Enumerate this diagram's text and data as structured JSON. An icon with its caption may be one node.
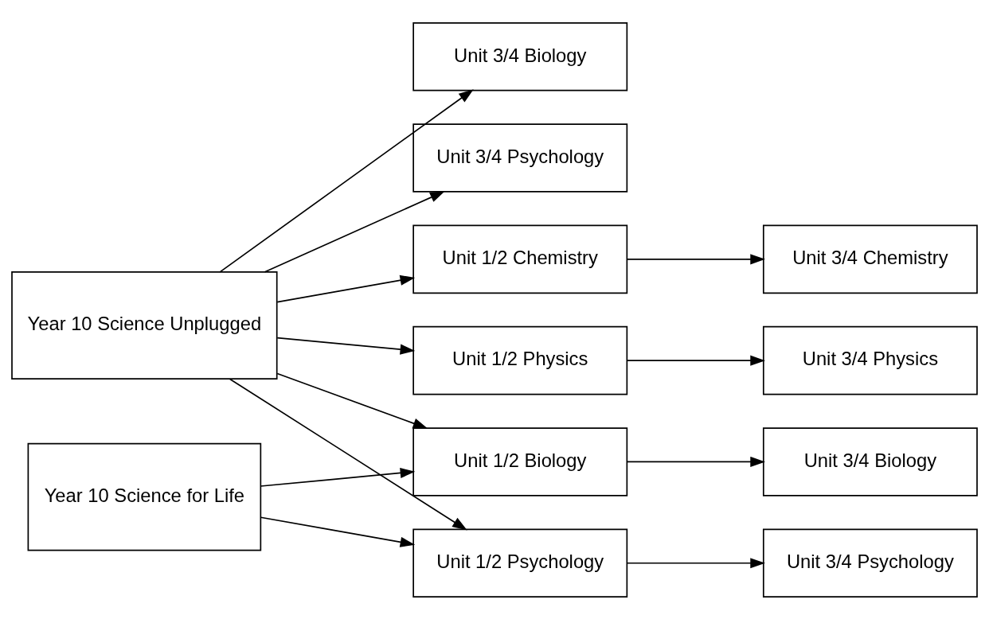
{
  "diagram": {
    "nodes": [
      {
        "text": [
          "Year 10 Science Unplugged"
        ]
      },
      {
        "text": [
          "Unit 1/2 Chemistry"
        ]
      },
      {
        "text": [
          "Unit 3/4 Chemistry"
        ]
      },
      {
        "text": [
          "Unit 1/2 Physics"
        ]
      },
      {
        "text": [
          "Unit 3/4 Physics"
        ]
      },
      {
        "text": [
          "Unit 3/4 Biology"
        ]
      },
      {
        "text": [
          "Unit 3/4 Psychology"
        ]
      },
      {
        "text": [
          "Year 10 Science for Life"
        ]
      },
      {
        "text": [
          "Unit 1/2 Biology"
        ]
      },
      {
        "text": [
          "Unit 3/4 Biology"
        ]
      },
      {
        "text": [
          "Unit 1/2 Psychology"
        ]
      },
      {
        "text": [
          "Unit 3/4 Psychology"
        ]
      }
    ],
    "edges": [
      {
        "from": 0,
        "to": 1,
        "arrow": "to"
      },
      {
        "from": 0,
        "to": 3,
        "arrow": "to"
      },
      {
        "from": 0,
        "to": 5,
        "arrow": "to"
      },
      {
        "from": 0,
        "to": 6,
        "arrow": "to"
      },
      {
        "from": 0,
        "to": 8,
        "arrow": "to"
      },
      {
        "from": 0,
        "to": 10,
        "arrow": "to"
      },
      {
        "from": 1,
        "to": 2,
        "arrow": "to"
      },
      {
        "from": 3,
        "to": 4,
        "arrow": "to"
      },
      {
        "from": 7,
        "to": 8,
        "arrow": "to"
      },
      {
        "from": 7,
        "to": 10,
        "arrow": "to"
      },
      {
        "from": 8,
        "to": 9,
        "arrow": "to"
      },
      {
        "from": 10,
        "to": 11,
        "arrow": "to"
      }
    ]
  }
}
